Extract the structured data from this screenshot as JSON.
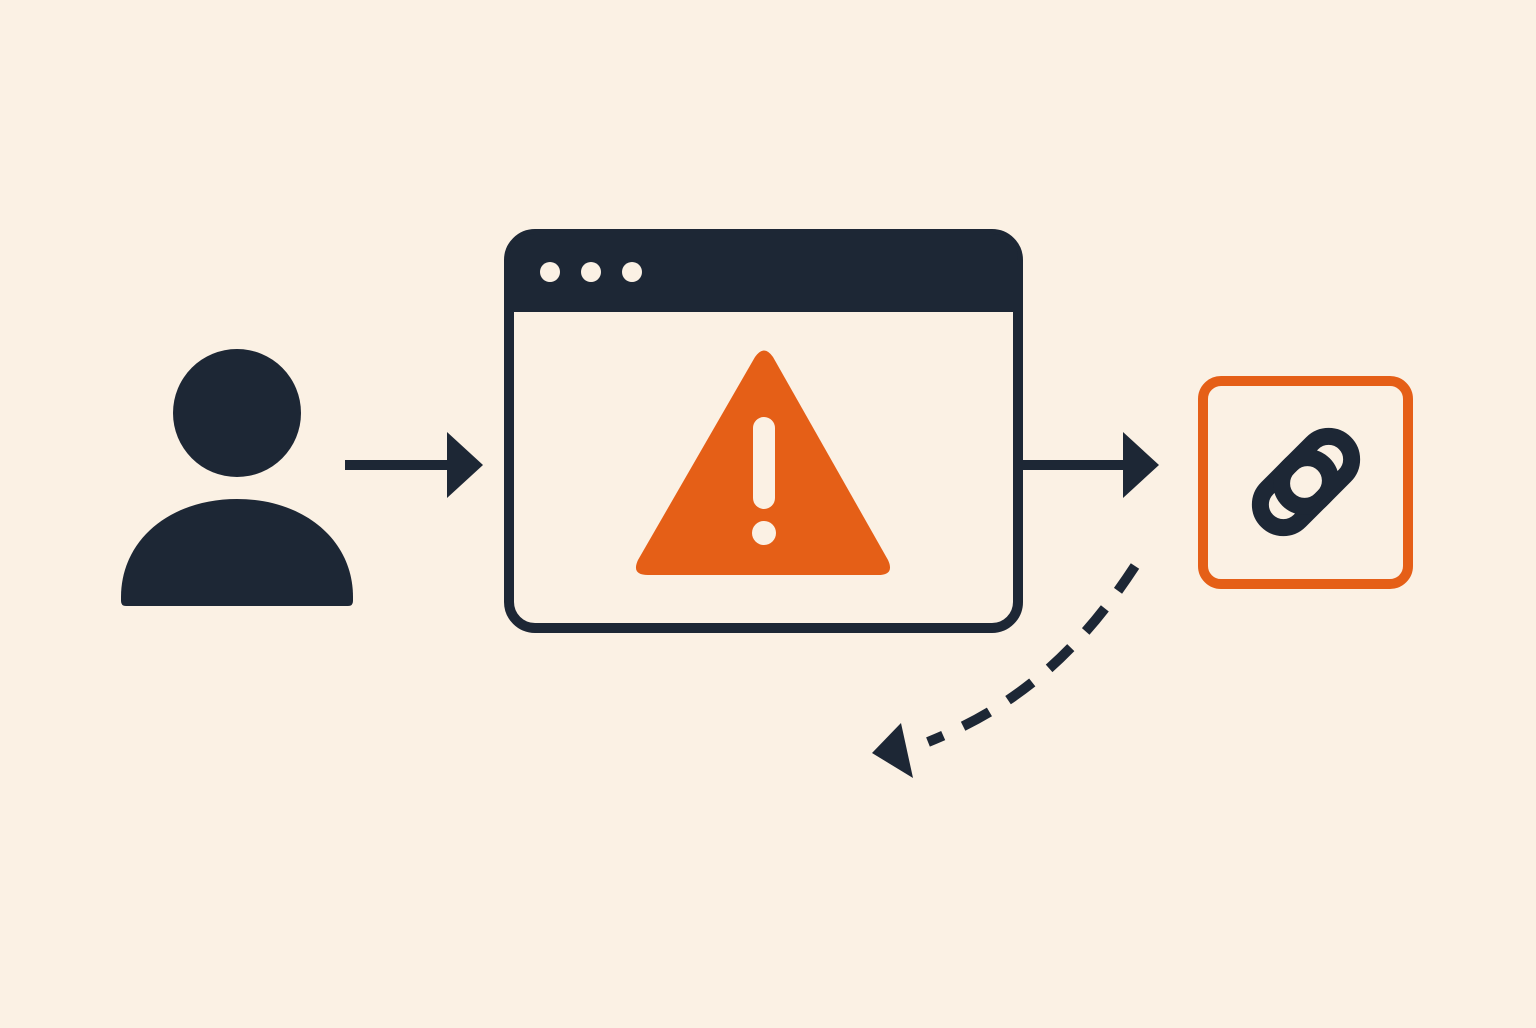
{
  "colors": {
    "background": "#fbf1e4",
    "dark": "#1d2735",
    "accent": "#e55f17"
  },
  "nodes": [
    {
      "id": "user",
      "icon": "user-icon"
    },
    {
      "id": "browser",
      "icon": "browser-window-icon",
      "content_icon": "warning-triangle-icon"
    },
    {
      "id": "link",
      "icon": "chain-link-icon"
    }
  ],
  "edges": [
    {
      "from": "user",
      "to": "browser",
      "style": "solid"
    },
    {
      "from": "browser",
      "to": "link",
      "style": "solid"
    },
    {
      "from": "link",
      "to": "browser",
      "style": "dashed"
    }
  ]
}
